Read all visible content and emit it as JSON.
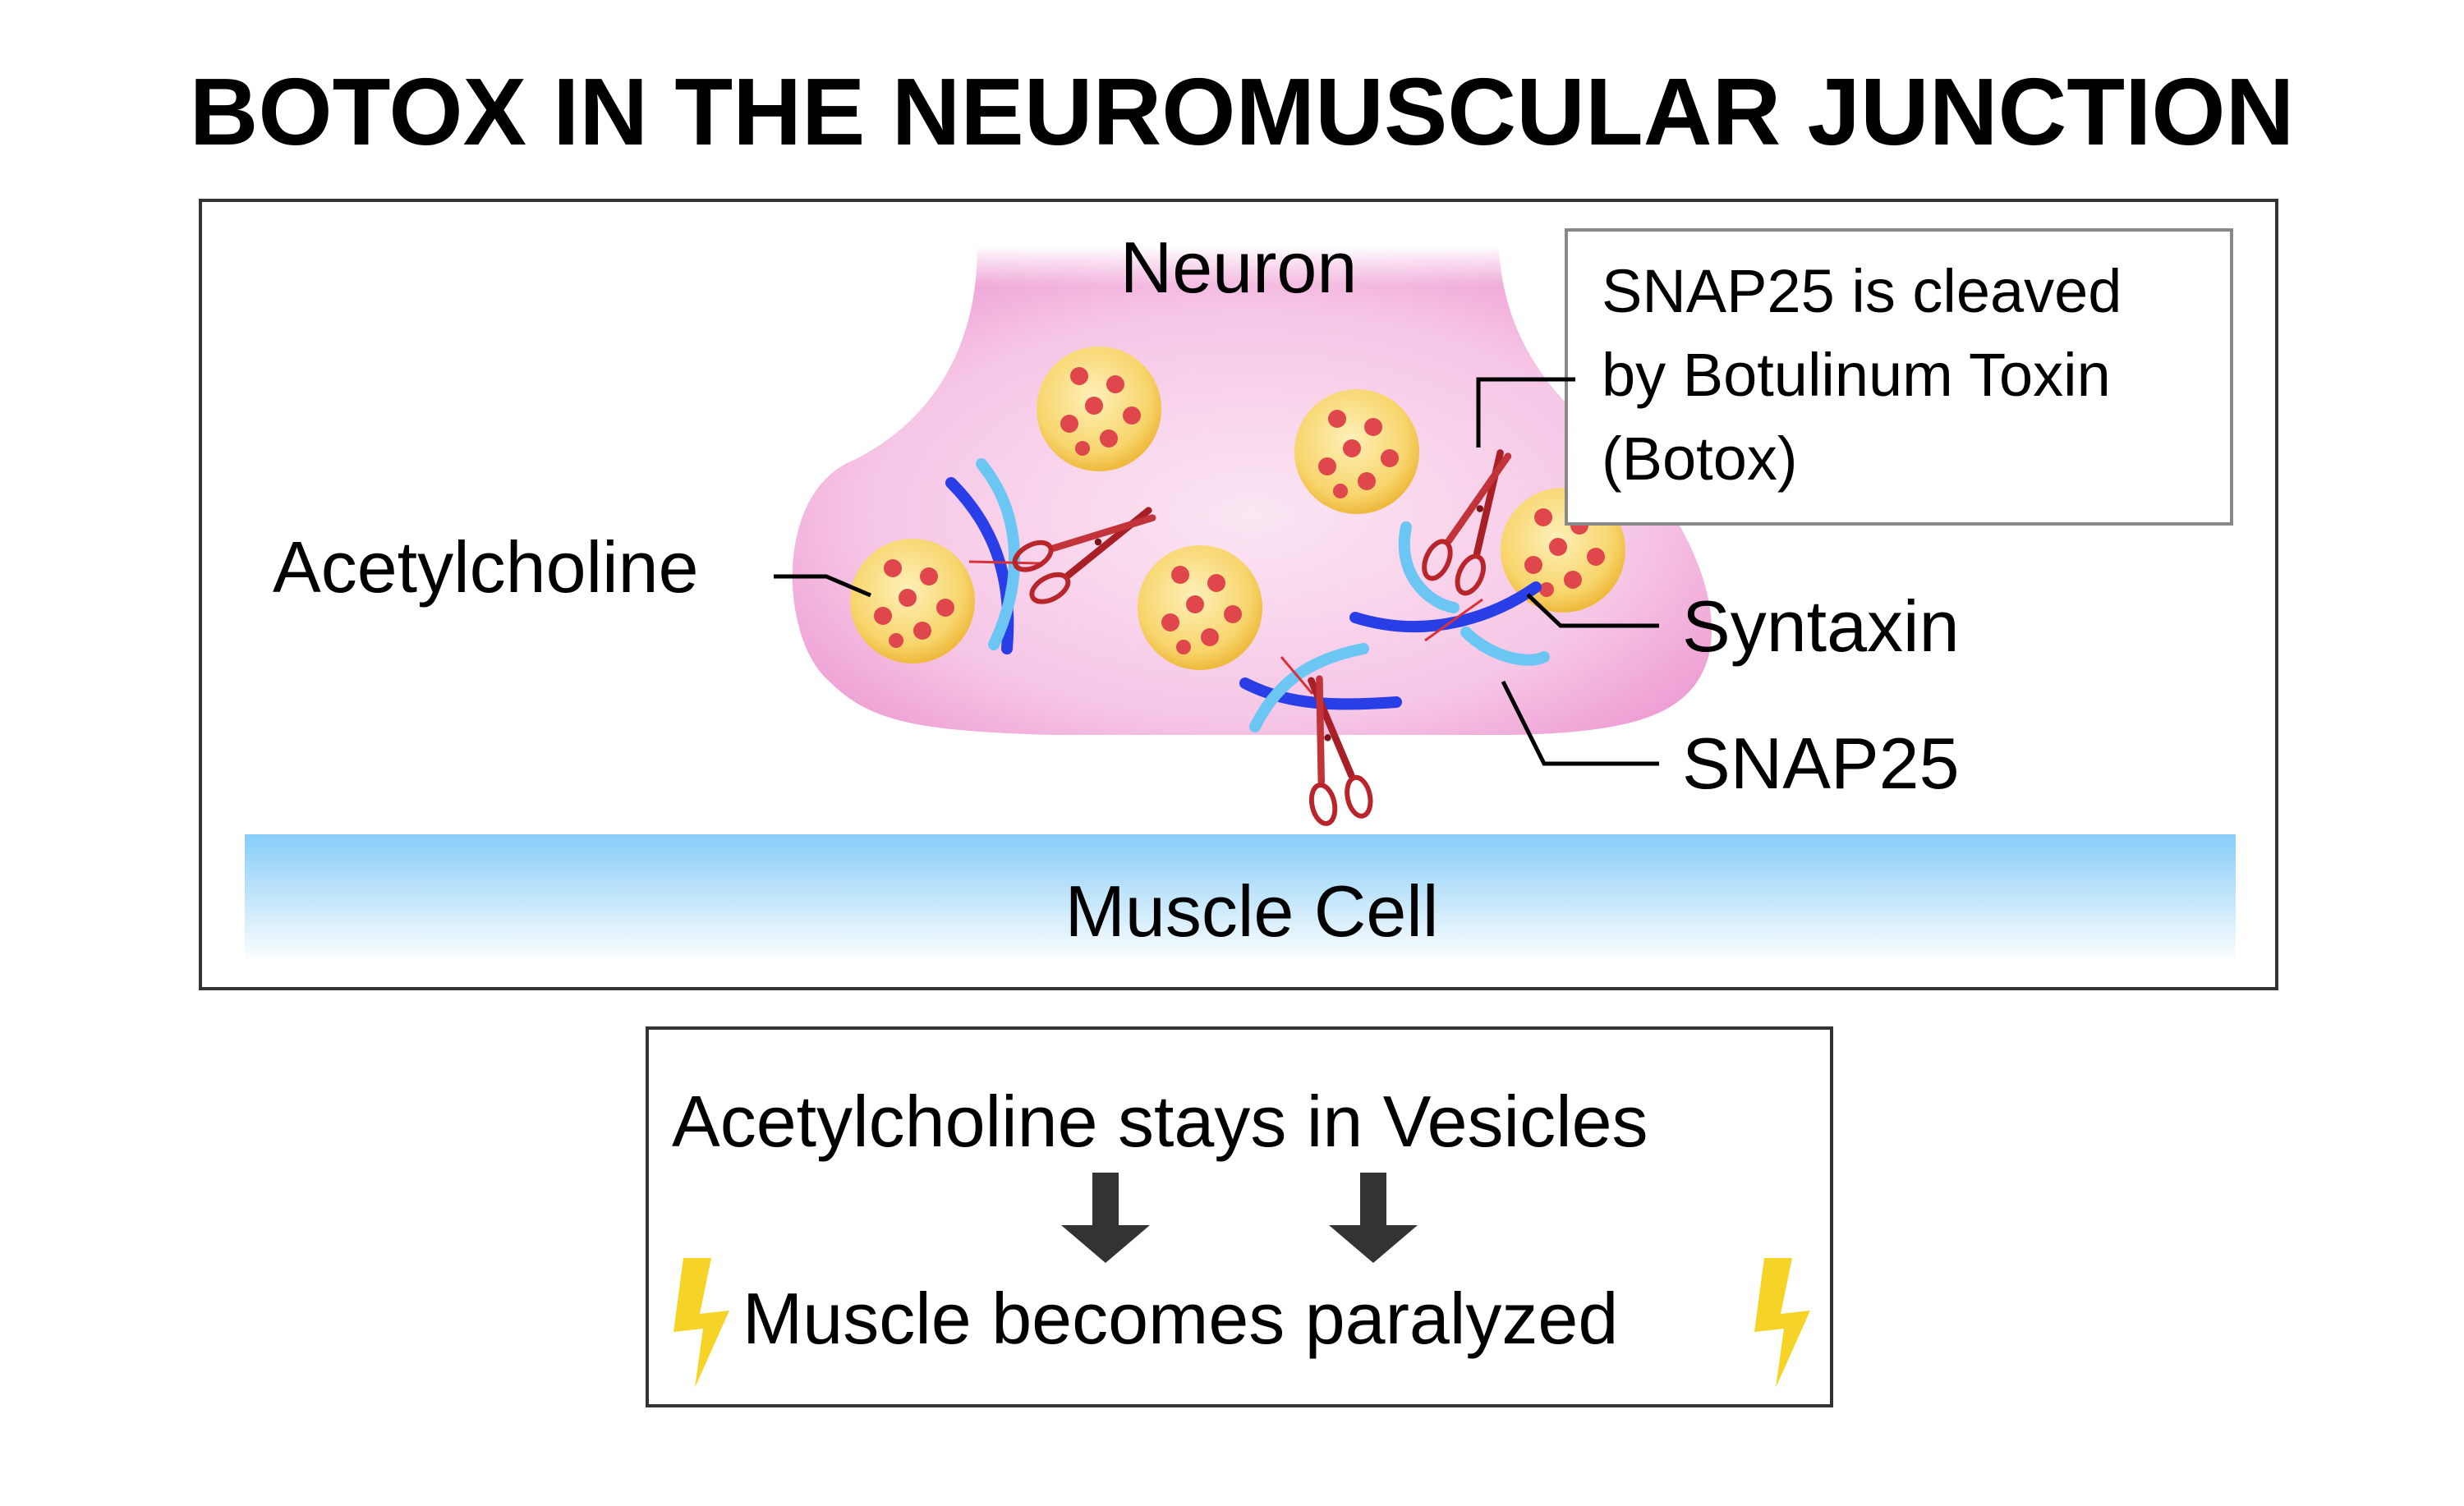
{
  "title": "BOTOX IN THE NEUROMUSCULAR JUNCTION",
  "labels": {
    "neuron": "Neuron",
    "acetylcholine": "Acetylcholine",
    "syntaxin": "Syntaxin",
    "snap25": "SNAP25",
    "muscle_cell": "Muscle Cell"
  },
  "callout": {
    "lines": [
      "SNAP25 is cleaved",
      "by Botulinum Toxin",
      "(Botox)"
    ]
  },
  "result": {
    "line1": "Acetylcholine stays in  Vesicles",
    "line2": "Muscle becomes paralyzed"
  },
  "colors": {
    "neuron_fill": "#f4b7e0",
    "vesicle_fill": "#f7cf5c",
    "vesicle_dot": "#e0474c",
    "syntaxin": "#2a3ee8",
    "snap25": "#6cc6f4",
    "scissors": "#b8262c",
    "muscle_band": "#8fd0f8",
    "arrow": "#333333",
    "lightning": "#f5d327"
  },
  "icons": [
    "scissors-icon",
    "down-arrow-icon",
    "lightning-icon"
  ]
}
